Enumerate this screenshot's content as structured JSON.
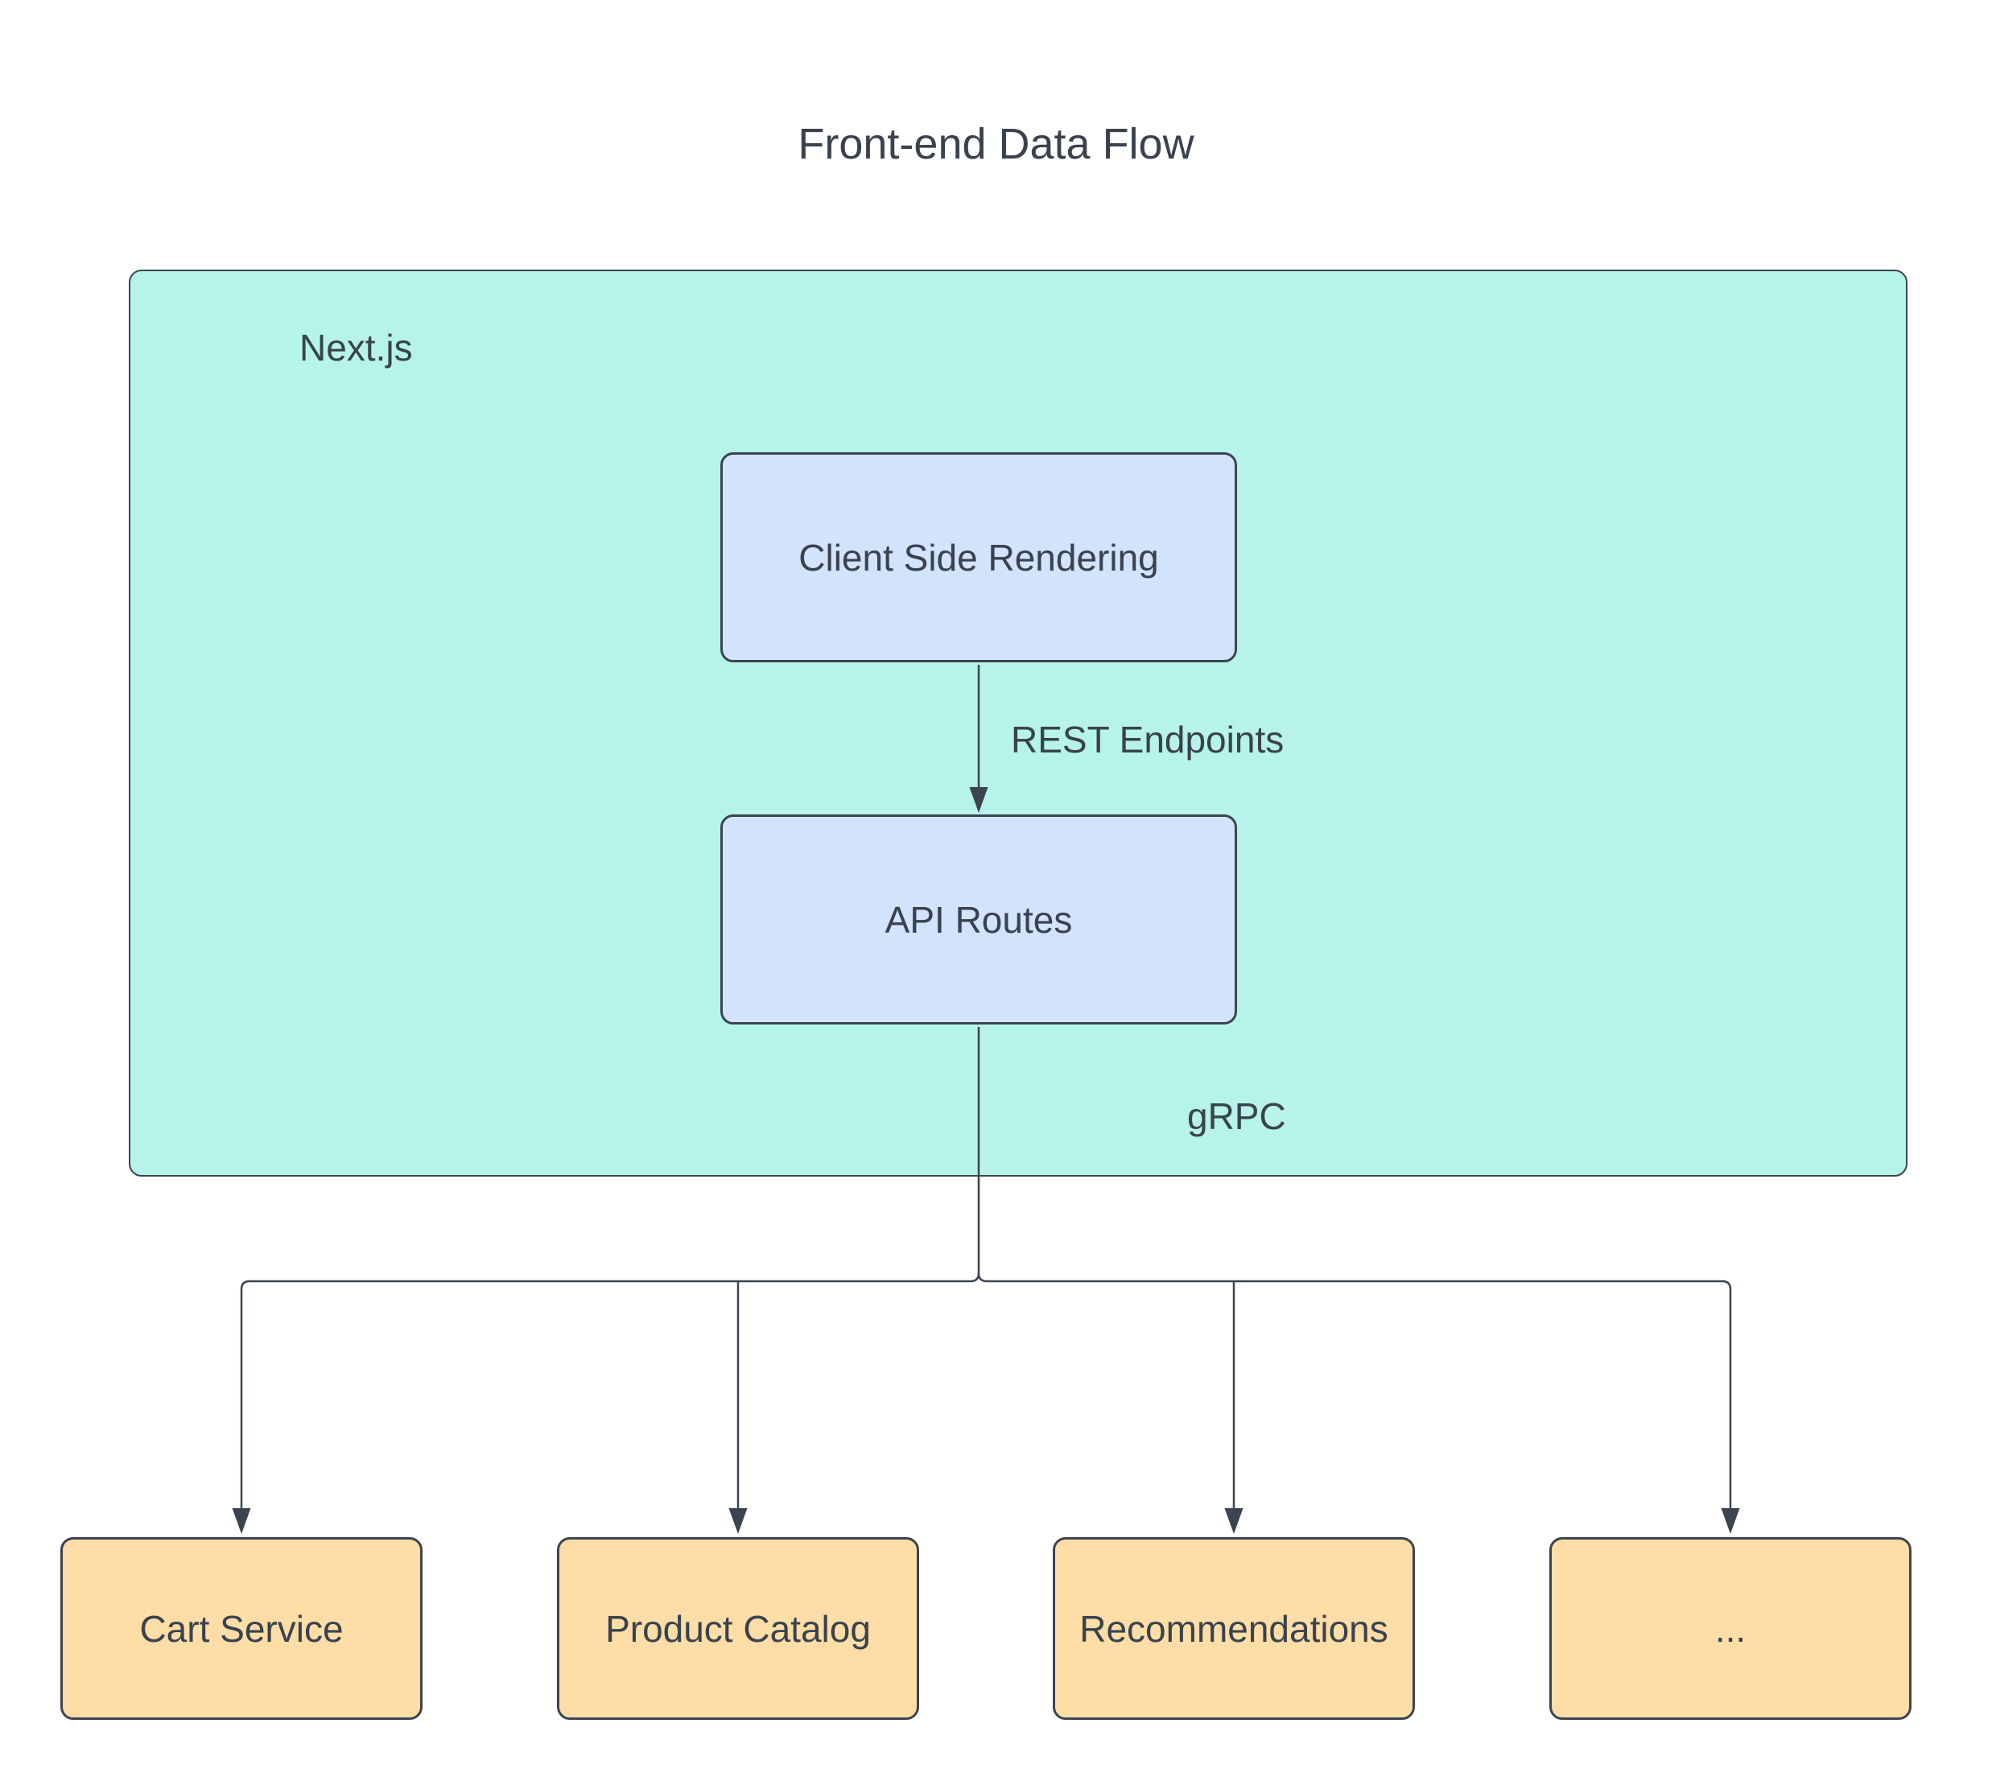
{
  "diagram": {
    "title": "Front-end Data Flow",
    "container": {
      "label": "Next.js"
    },
    "nodes": {
      "csr": {
        "label": "Client Side Rendering",
        "kind": "blue"
      },
      "api": {
        "label": "API Routes",
        "kind": "blue"
      },
      "cart": {
        "label": "Cart Service",
        "kind": "orange"
      },
      "catalog": {
        "label": "Product Catalog",
        "kind": "orange"
      },
      "recs": {
        "label": "Recommendations",
        "kind": "orange"
      },
      "more": {
        "label": "...",
        "kind": "orange"
      }
    },
    "edges": {
      "rest": {
        "label": "REST Endpoints",
        "from": "Client Side Rendering",
        "to": "API Routes"
      },
      "grpc": {
        "label": "gRPC",
        "from": "API Routes",
        "to": "Cart Service / Product Catalog / Recommendations / ..."
      }
    },
    "colors": {
      "background": "#ffffff",
      "container_fill": "#b6f3e8",
      "node_blue_fill": "#d2e3fc",
      "node_orange_fill": "#fedda6",
      "stroke": "#3b4450",
      "text": "#39424e"
    }
  }
}
